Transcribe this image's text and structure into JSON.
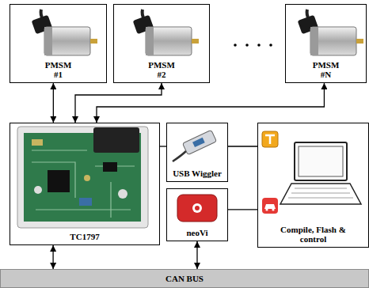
{
  "diagram": {
    "nodes": [
      {
        "text": [
          "PMSM #1"
        ]
      },
      {
        "text": [
          "PMSM #2"
        ]
      },
      {
        "text": [
          "PMSM #N"
        ]
      },
      {
        "text": [
          "TC1797"
        ]
      },
      {
        "text": [
          "USB Wiggler"
        ]
      },
      {
        "text": [
          "neoVi"
        ]
      },
      {
        "text": [
          "Compile, Flash & control"
        ]
      },
      {
        "text": [
          "CAN BUS"
        ]
      }
    ],
    "edges": [
      {
        "from": 0,
        "to": 3,
        "arrow": "both"
      },
      {
        "from": 1,
        "to": 3,
        "arrow": "both"
      },
      {
        "from": 2,
        "to": 3,
        "arrow": "both"
      },
      {
        "from": 3,
        "to": 4,
        "arrow": "none"
      },
      {
        "from": 4,
        "to": 6,
        "arrow": "none"
      },
      {
        "from": 5,
        "to": 6,
        "arrow": "none"
      },
      {
        "from": 5,
        "to": 7,
        "arrow": "both"
      },
      {
        "from": 3,
        "to": 7,
        "arrow": "both"
      }
    ]
  }
}
